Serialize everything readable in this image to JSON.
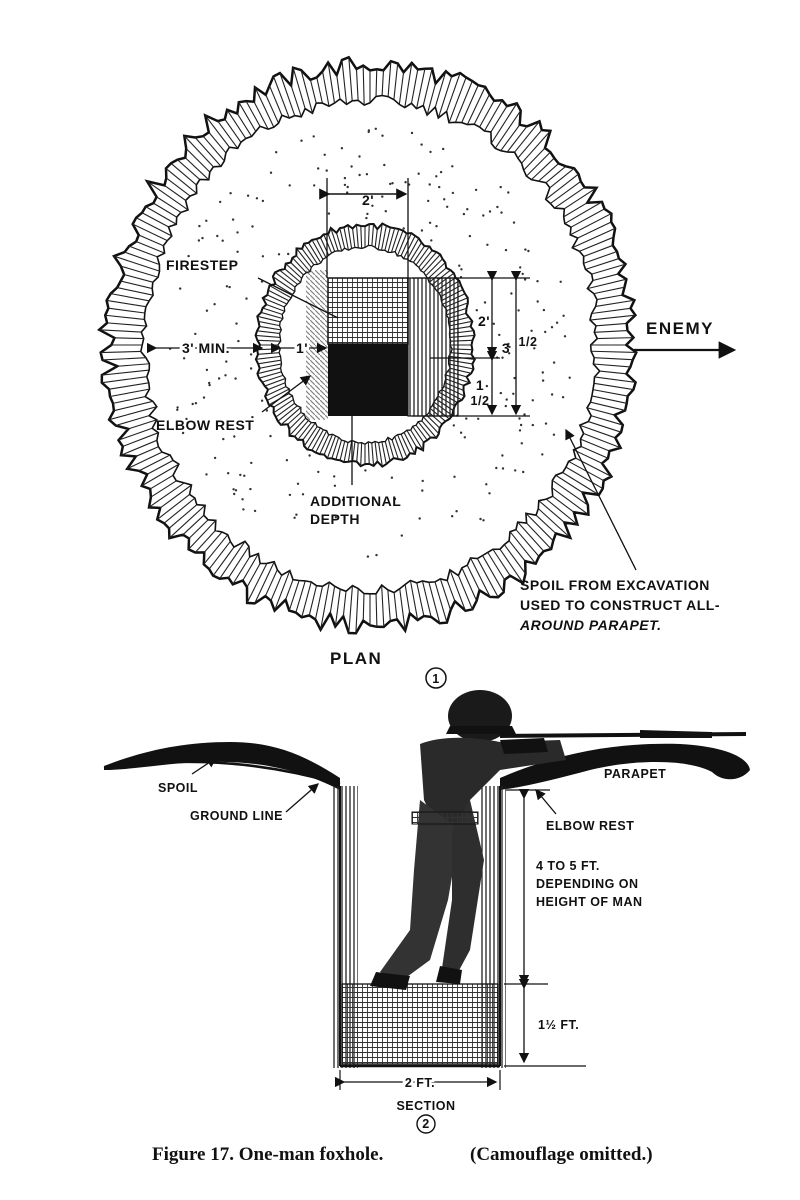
{
  "plan": {
    "title": "PLAN",
    "number": "1",
    "enemy": "ENEMY",
    "firestep": "FIRESTEP",
    "elbow_rest": "ELBOW REST",
    "additional_depth": [
      "ADDITIONAL",
      "DEPTH"
    ],
    "spoil_note": [
      "SPOIL FROM EXCAVATION",
      "USED TO CONSTRUCT ALL-",
      "AROUND PARAPET."
    ],
    "dim_width": "2'",
    "dim_min": "3' MIN.",
    "dim_one": "1'",
    "dim_two": "2'",
    "dim_three_half": "3",
    "dim_three_half_frac": "1/2",
    "dim_one_half": "1",
    "dim_one_half_frac": "1/2"
  },
  "section": {
    "title": "SECTION",
    "number": "2",
    "spoil": "SPOIL",
    "ground_line": "GROUND LINE",
    "parapet": "PARAPET",
    "elbow_rest": "ELBOW REST",
    "depth_note": [
      "4 TO 5 FT.",
      "DEPENDING ON",
      "HEIGHT OF MAN"
    ],
    "dim_one_half_ft": "1½ FT.",
    "dim_two_ft": "2 FT."
  },
  "caption": {
    "figure": "Figure 17. One-man foxhole.",
    "note": "(Camouflage omitted.)"
  }
}
